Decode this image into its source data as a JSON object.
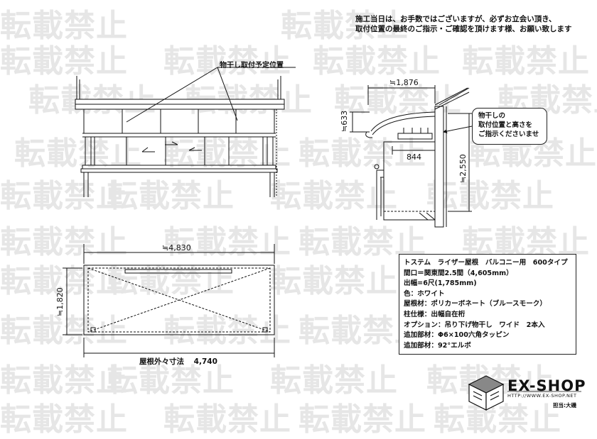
{
  "watermark": "転載禁止",
  "note": {
    "line1": "施工当日は、お手数ではございますが、必ずお立会い頂き、",
    "line2": "取付位置の最終のご指示・ご確認を頂けます様、お願い致します"
  },
  "front_view": {
    "label": "物干し取付予定位置"
  },
  "side_view": {
    "dim_projection": "≒1,876",
    "dim_height_top": "≒633",
    "dim_height": "≒2,550",
    "dim_hanger": "844"
  },
  "callout": {
    "line1": "物干しの",
    "line2": "取付位置と高さを",
    "line3": "ご指示くださいませ"
  },
  "plan_view": {
    "dim_width": "≒4,830",
    "dim_depth": "≒1,820",
    "outer_label": "屋根外々寸法",
    "outer_value": "4,740"
  },
  "spec": {
    "title": "トステム　ライザー屋根　バルコニー用　600タイプ",
    "frontage": "間口＝関東間2.5間（4,605mm）",
    "projection": "出幅=6尺(1,785mm)",
    "color": "色：ホワイト",
    "roof_material": "屋根材：ポリカーボネート（ブルースモーク）",
    "post_length": "柱仕様：出幅自在桁",
    "option": "オプション：吊り下げ物干し　ワイド　2本入",
    "addition1": "追加部材：Φ6×100六角タッピン",
    "addition2": "追加部材：92°エルボ"
  },
  "logo": {
    "brand": "EX-SHOP",
    "url": "HTTP://WWW.EX-SHOP.NET",
    "staff": "担当:大磯"
  }
}
